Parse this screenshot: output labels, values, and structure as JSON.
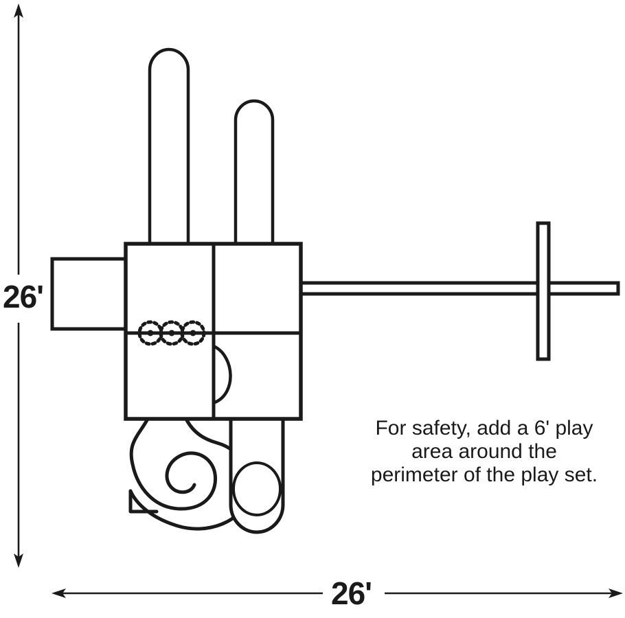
{
  "diagram": {
    "title": "Play set footprint plan view",
    "stroke_color": "#1a1a1a",
    "background_color": "#ffffff",
    "dimensions": {
      "vertical": {
        "label": "26'",
        "value": 26,
        "unit": "feet",
        "orientation": "vertical",
        "arrow_style": "double-headed"
      },
      "horizontal": {
        "label": "26'",
        "value": 26,
        "unit": "feet",
        "orientation": "horizontal",
        "arrow_style": "double-headed"
      }
    },
    "safety_note": {
      "line1": "For safety, add a 6' play",
      "line2": "area around the",
      "line3": "perimeter of the play set.",
      "full_text": "For safety, add a 6' play area around the perimeter of the play set.",
      "clearance": "6'"
    },
    "components": {
      "fort_deck": "central-square-deck",
      "tower_tall": "tall-rounded-tower",
      "tower_short": "short-rounded-tower",
      "left_platform": "left-rectangular-platform",
      "swing_beam": "horizontal-swing-beam",
      "swing_upright": "vertical-swing-upright",
      "spiral_slide": "spiral-slide",
      "straight_slide": "straight-slide",
      "steering_wheels": "three-dashed-circles",
      "door_arc": "door-swing-arc"
    }
  }
}
